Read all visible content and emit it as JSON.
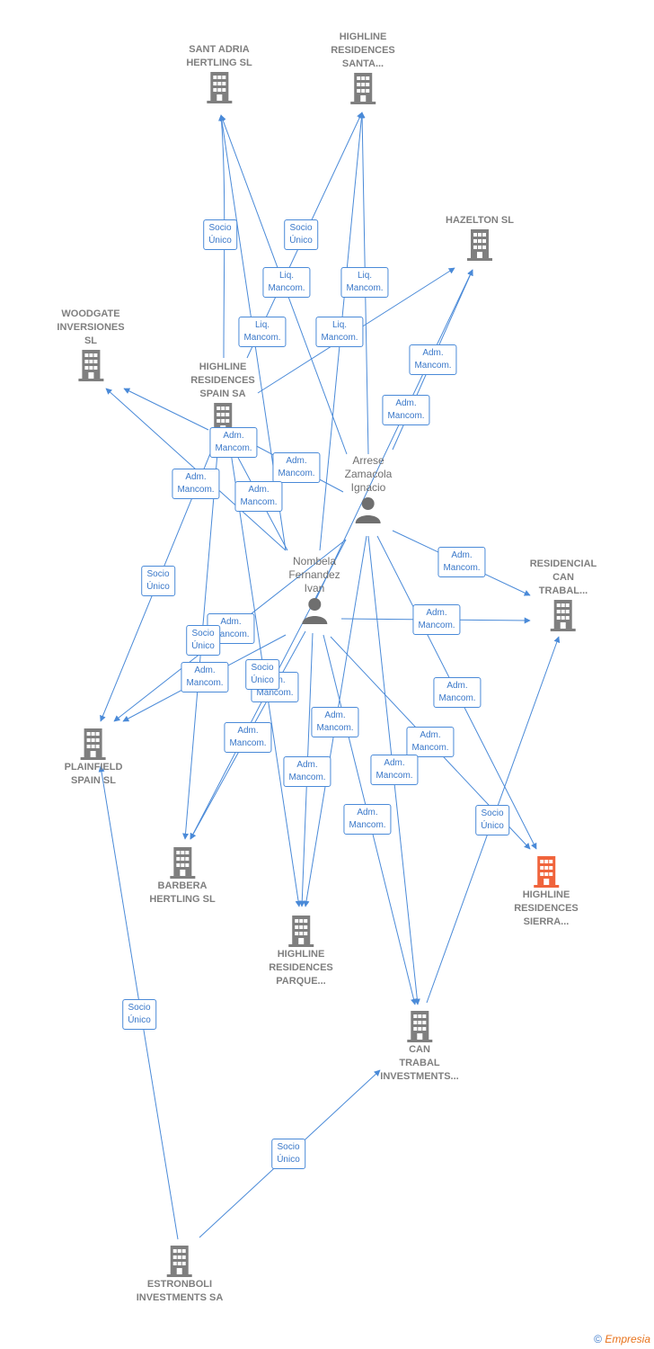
{
  "colors": {
    "edge": "#4a8ad8",
    "company": "#7f7f7f",
    "focus": "#f0643c",
    "person": "#6f6f6f"
  },
  "nodes": {
    "sant_adria": {
      "label": "SANT ADRIA\nHERTLING  SL",
      "icon": "building-icon"
    },
    "hr_santa": {
      "label": "HIGHLINE\nRESIDENCES\nSANTA...",
      "icon": "building-icon"
    },
    "hazelton": {
      "label": "HAZELTON  SL",
      "icon": "building-icon"
    },
    "woodgate": {
      "label": "WOODGATE\nINVERSIONES\nSL",
      "icon": "building-icon"
    },
    "hr_spain": {
      "label": "HIGHLINE\nRESIDENCES\nSPAIN SA",
      "icon": "building-icon"
    },
    "arrese": {
      "label": "Arrese\nZamacola\nIgnacio",
      "icon": "person-icon"
    },
    "nombela": {
      "label": "Nombela\nFernandez\nIvan",
      "icon": "person-icon"
    },
    "residencial": {
      "label": "RESIDENCIAL\nCAN\nTRABAL...",
      "icon": "building-icon"
    },
    "plainfield": {
      "label": "PLAINFIELD\nSPAIN  SL",
      "icon": "building-icon"
    },
    "barbera": {
      "label": "BARBERA\nHERTLING  SL",
      "icon": "building-icon"
    },
    "hr_parque": {
      "label": "HIGHLINE\nRESIDENCES\nPARQUE...",
      "icon": "building-icon"
    },
    "hr_sierra": {
      "label": "HIGHLINE\nRESIDENCES\nSIERRA...",
      "icon": "building-icon"
    },
    "can_trabal": {
      "label": "CAN\nTRABAL\nINVESTMENTS...",
      "icon": "building-icon"
    },
    "estronboli": {
      "label": "ESTRONBOLI\nINVESTMENTS SA",
      "icon": "building-icon"
    }
  },
  "edge_labels": {
    "socio_unico": "Socio\nÚnico",
    "liq_mancom": "Liq.\nMancom.",
    "adm_mancom": "Adm.\nMancom."
  },
  "footer": {
    "copyright": "©",
    "brand": "Empresia"
  }
}
